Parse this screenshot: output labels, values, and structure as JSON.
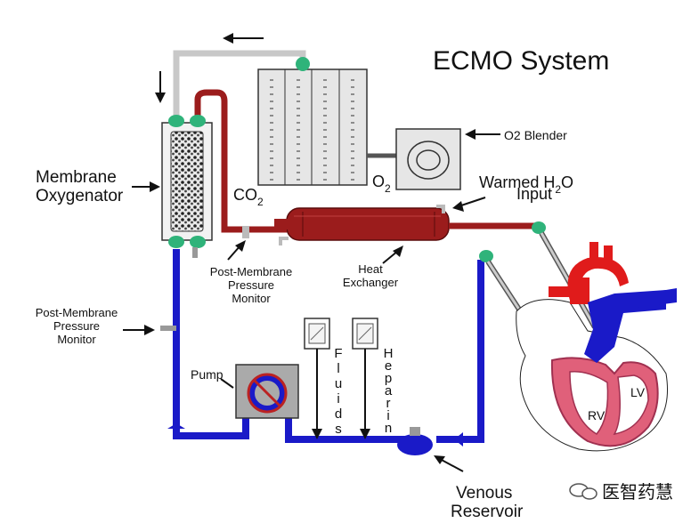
{
  "title": "ECMO System",
  "labels": {
    "membrane_oxygenator": [
      "Membrane",
      "Oxygenator"
    ],
    "co2": {
      "base": "CO",
      "sub": "2"
    },
    "o2": {
      "base": "O",
      "sub": "2"
    },
    "o2_blender": "O2 Blender",
    "warmed_h2o_input": {
      "line1_base": "Warmed H",
      "line1_sub": "2",
      "line1_tail": "O",
      "line2": "Input"
    },
    "heat_exchanger": [
      "Heat",
      "Exchanger"
    ],
    "post_membrane_pressure_monitor_top": [
      "Post-Membrane",
      "Pressure",
      "Monitor"
    ],
    "post_membrane_pressure_monitor_left": [
      "Post-Membrane",
      "Pressure",
      "Monitor"
    ],
    "pump": "Pump",
    "fluids": [
      "F",
      "l",
      "u",
      "i",
      "d",
      "s"
    ],
    "heparin": [
      "H",
      "e",
      "p",
      "a",
      "r",
      "i",
      "n"
    ],
    "venous_reservoir": [
      "Venous",
      "Reservoir"
    ],
    "rv": "RV",
    "lv": "LV",
    "watermark": "医智药慧"
  },
  "colors": {
    "venous_blue": "#1a1ac8",
    "arterial_red": "#9b1c1c",
    "aorta_red": "#e01b1b",
    "heart_pink": "#e0607a",
    "gray_line": "#c8c8c8",
    "connector_green": "#2fb37a",
    "panel_gray": "#e6e6e6"
  }
}
